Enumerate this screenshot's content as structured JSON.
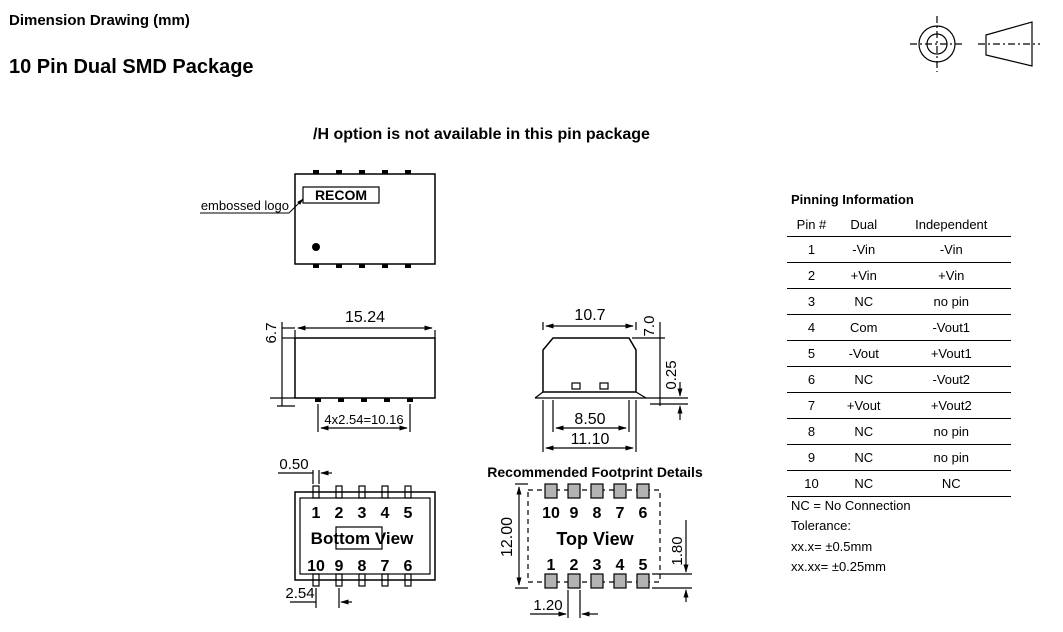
{
  "header": {
    "dimension_title": "Dimension Drawing (mm)",
    "package_title": "10 Pin Dual SMD Package",
    "option_note": "/H option is not available in this pin package"
  },
  "top_view": {
    "logo_label": "embossed logo",
    "logo_text": "RECOM"
  },
  "dims": {
    "length": "15.24",
    "height_left": "6.7",
    "pitch_total": "4x2.54=10.16",
    "width": "10.7",
    "height_right": "7.0",
    "standoff": "0.25",
    "inner_width": "8.50",
    "outer_width": "11.10",
    "pin_width": "0.50",
    "pin_pitch": "2.54",
    "fp_height": "12.00",
    "fp_pad_height": "1.80",
    "fp_pad_width": "1.20"
  },
  "bottom_view": {
    "label": "Bottom View",
    "top_pins": [
      "1",
      "2",
      "3",
      "4",
      "5"
    ],
    "bottom_pins": [
      "10",
      "9",
      "8",
      "7",
      "6"
    ]
  },
  "footprint": {
    "title": "Recommended Footprint Details",
    "label": "Top View",
    "top_pins": [
      "10",
      "9",
      "8",
      "7",
      "6"
    ],
    "bottom_pins": [
      "1",
      "2",
      "3",
      "4",
      "5"
    ]
  },
  "pinning": {
    "title": "Pinning Information",
    "headers": [
      "Pin #",
      "Dual",
      "Independent"
    ],
    "rows": [
      [
        "1",
        "-Vin",
        "-Vin"
      ],
      [
        "2",
        "+Vin",
        "+Vin"
      ],
      [
        "3",
        "NC",
        "no pin"
      ],
      [
        "4",
        "Com",
        "-Vout1"
      ],
      [
        "5",
        "-Vout",
        "+Vout1"
      ],
      [
        "6",
        "NC",
        "-Vout2"
      ],
      [
        "7",
        "+Vout",
        "+Vout2"
      ],
      [
        "8",
        "NC",
        "no pin"
      ],
      [
        "9",
        "NC",
        "no pin"
      ],
      [
        "10",
        "NC",
        "NC"
      ]
    ],
    "footnotes": [
      "NC = No Connection",
      "Tolerance:",
      "xx.x= ±0.5mm",
      "xx.xx= ±0.25mm"
    ]
  }
}
